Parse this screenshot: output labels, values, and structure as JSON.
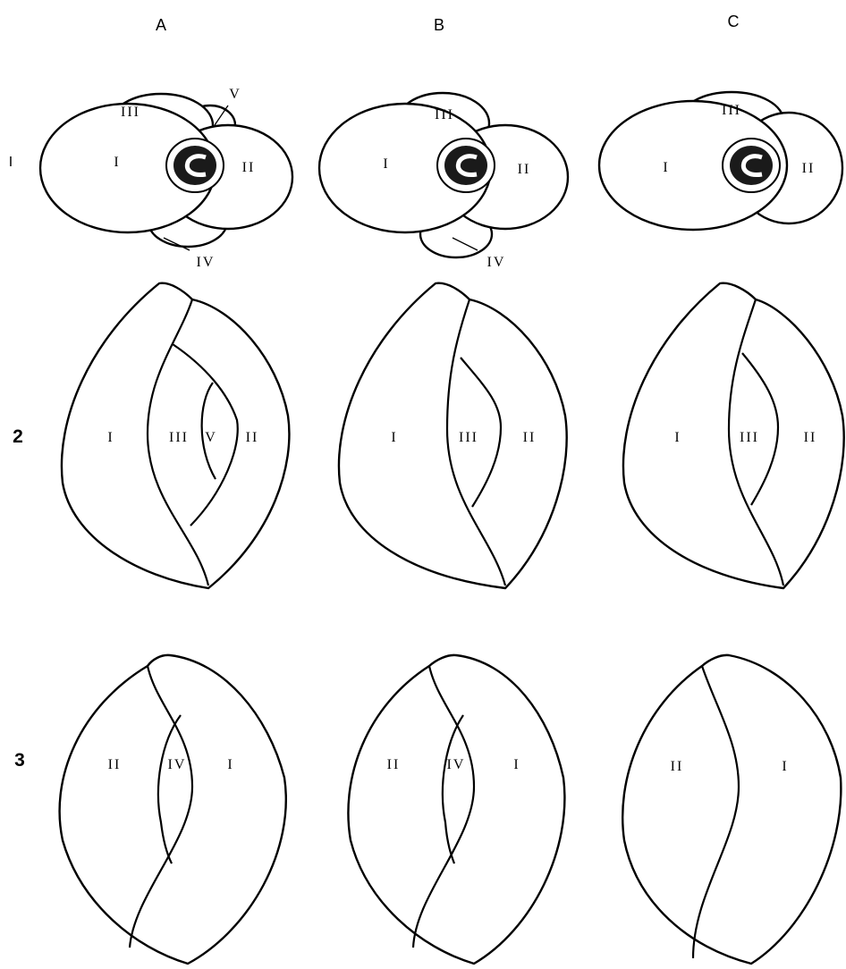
{
  "columns": [
    "A",
    "B",
    "C"
  ],
  "rows": [
    "I",
    "2",
    "3"
  ],
  "panels": {
    "a1": {
      "labels": [
        "III",
        "V",
        "I",
        "II",
        "IV"
      ]
    },
    "b1": {
      "labels": [
        "III",
        "I",
        "II",
        "IV"
      ]
    },
    "c1": {
      "labels": [
        "III",
        "I",
        "II"
      ]
    },
    "a2": {
      "labels": [
        "I",
        "III",
        "V",
        "II"
      ]
    },
    "b2": {
      "labels": [
        "I",
        "III",
        "II"
      ]
    },
    "c2": {
      "labels": [
        "I",
        "III",
        "II"
      ]
    },
    "a3": {
      "labels": [
        "II",
        "IV",
        "I"
      ]
    },
    "b3": {
      "labels": [
        "II",
        "IV",
        "I"
      ]
    },
    "c3": {
      "labels": [
        "II",
        "I"
      ]
    }
  }
}
